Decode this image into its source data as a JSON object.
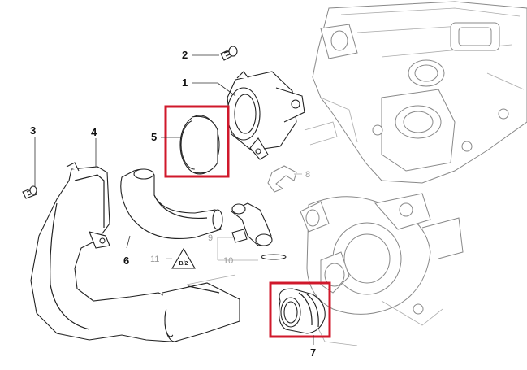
{
  "callouts": {
    "c1": "1",
    "c2": "2",
    "c3": "3",
    "c4": "4",
    "c5": "5",
    "c6": "6",
    "c7": "7",
    "c8": "8",
    "c9": "9",
    "c10": "10",
    "c11": "11"
  },
  "colors": {
    "highlight": "#d0182b",
    "line": "#222222",
    "grey_callout": "#9a9a9a"
  },
  "icons": {
    "warning_label": "warning-triangle-icon"
  }
}
